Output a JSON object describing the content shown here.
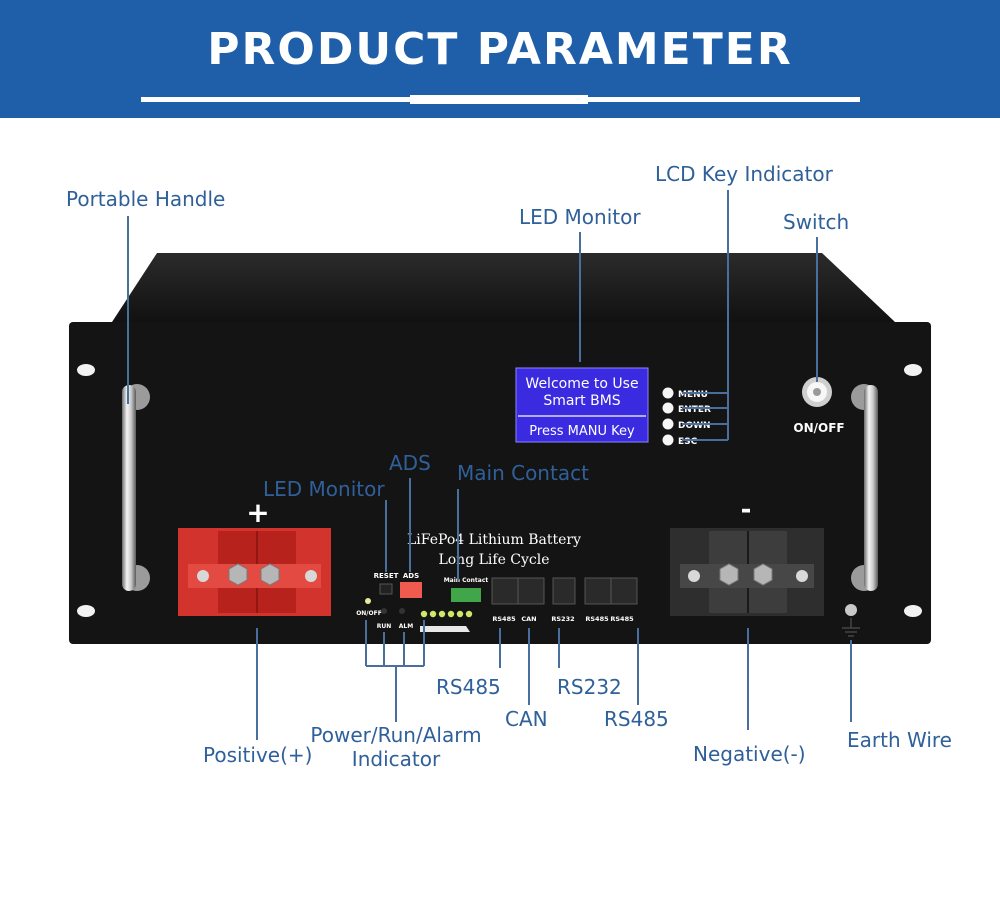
{
  "header": {
    "title": "PRODUCT PARAMETER"
  },
  "colors": {
    "banner": "#1f5ea8",
    "callout": "#2f6099",
    "leader": "#4a6f9c",
    "terminal_red": "#d3332d",
    "lcd_blue": "#3a2be0"
  },
  "lcd": {
    "line1": "Welcome to Use",
    "line2": "Smart BMS",
    "prompt": "Press MANU Key"
  },
  "lcd_keys": [
    "MENU",
    "ENTER",
    "DOWN",
    "ESC"
  ],
  "switch_label": "ON/OFF",
  "panel": {
    "title_line1": "LiFePo4 Lithium Battery",
    "title_line2": "Long Life Cycle",
    "reset_label": "RESET",
    "ads_label": "ADS",
    "main_contact_label": "Main Contact",
    "onoff_label": "ON/OFF",
    "run_label": "RUN",
    "alm_label": "ALM",
    "ports": [
      "RS485",
      "CAN",
      "RS232",
      "RS485",
      "RS485"
    ],
    "positive_symbol": "+",
    "negative_symbol": "-"
  },
  "callouts": {
    "portable_handle": "Portable Handle",
    "led_monitor_top": "LED Monitor",
    "lcd_key_indicator": "LCD Key Indicator",
    "switch": "Switch",
    "ads": "ADS",
    "led_monitor_panel": "LED Monitor",
    "main_contact": "Main Contact",
    "rs485_left": "RS485",
    "rs232": "RS232",
    "can": "CAN",
    "rs485_right": "RS485",
    "power_run_alarm_line1": "Power/Run/Alarm",
    "power_run_alarm_line2": "Indicator",
    "positive": "Positive(+)",
    "negative": "Negative(-)",
    "earth_wire": "Earth Wire"
  }
}
